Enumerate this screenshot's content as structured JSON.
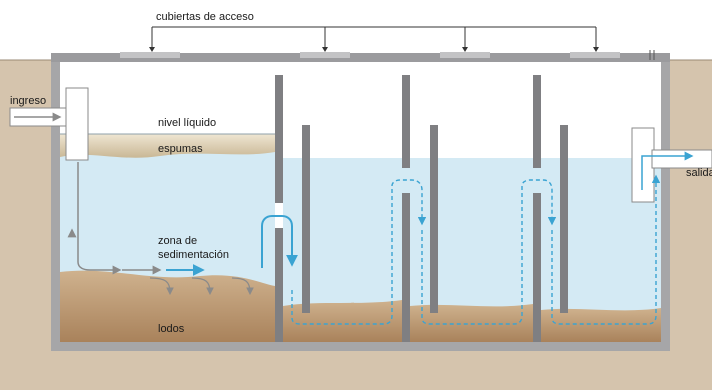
{
  "labels": {
    "access_covers": "cubiertas de acceso",
    "inlet": "ingreso",
    "outlet": "salida",
    "liquid_level": "nivel líquido",
    "scum": "espumas",
    "settling_zone_line1": "zona de",
    "settling_zone_line2": "sedimentación",
    "sludge": "lodos"
  },
  "colors": {
    "soil": "#d5c4ad",
    "tank_wall": "#a6a6a8",
    "baffle": "#7f7f82",
    "water": "#d4eaf4",
    "sludge": "#b8926a",
    "scum": "#e0d3b8",
    "flow_blue": "#3aa3d2",
    "flow_gray": "#8a8a8a",
    "pipe": "#ffffff"
  }
}
